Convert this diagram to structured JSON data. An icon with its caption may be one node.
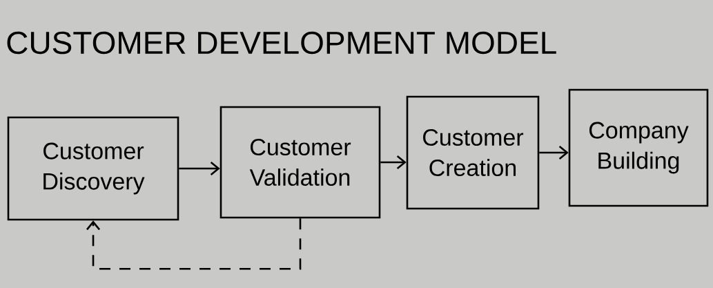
{
  "diagram": {
    "title": "CUSTOMER DEVELOPMENT MODEL",
    "nodes": [
      {
        "text": [
          "Customer Discovery"
        ]
      },
      {
        "text": [
          "Customer Validation"
        ]
      },
      {
        "text": [
          "Customer Creation"
        ]
      },
      {
        "text": [
          "Company Building"
        ]
      }
    ],
    "edges": [
      {
        "from": 0,
        "to": 1,
        "arrow": "to"
      },
      {
        "from": 1,
        "to": 2,
        "arrow": "to"
      },
      {
        "from": 2,
        "to": 3,
        "arrow": "to"
      },
      {
        "from": 1,
        "to": 0,
        "arrow": "to",
        "style": "dashed"
      }
    ]
  }
}
